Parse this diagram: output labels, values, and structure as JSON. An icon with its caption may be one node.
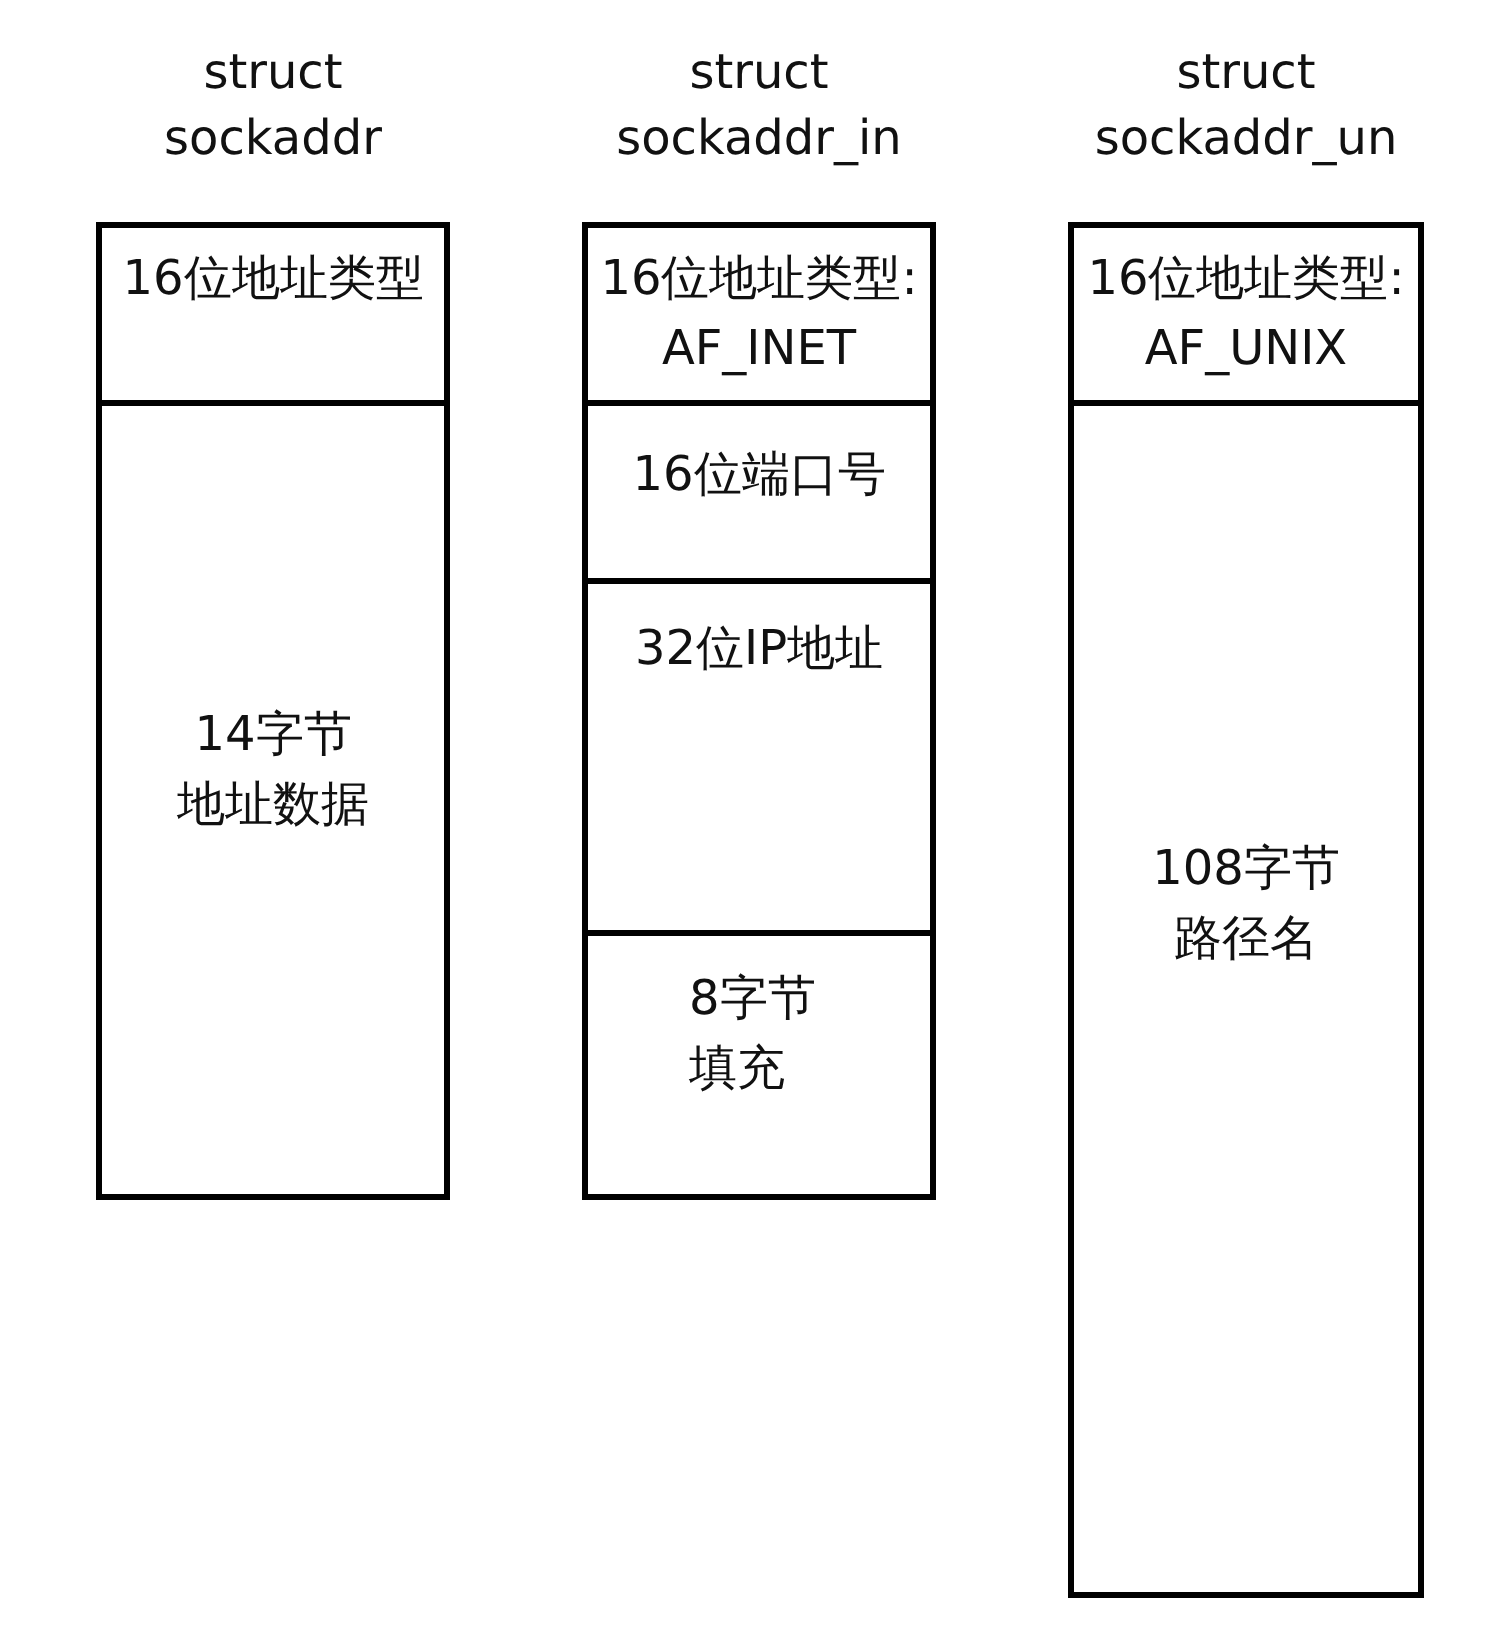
{
  "diagram": {
    "nodes": [
      {
        "text": [
          "struct sockaddr"
        ]
      },
      {
        "text": [
          "16位地址类型"
        ],
        "in": 0
      },
      {
        "text": [
          "14字节地址数据"
        ],
        "in": 0
      },
      {
        "text": [
          "struct sockaddr_in"
        ]
      },
      {
        "text": [
          "16位地址类型: AF_INET"
        ],
        "in": 3
      },
      {
        "text": [
          "16位端口号"
        ],
        "in": 3
      },
      {
        "text": [
          "32位IP地址"
        ],
        "in": 3
      },
      {
        "text": [
          "8字节填充"
        ],
        "in": 3
      },
      {
        "text": [
          "struct sockaddr_un"
        ]
      },
      {
        "text": [
          "16位地址类型: AF_UNIX"
        ],
        "in": 8
      },
      {
        "text": [
          "108字节路径名"
        ],
        "in": 8
      }
    ]
  }
}
